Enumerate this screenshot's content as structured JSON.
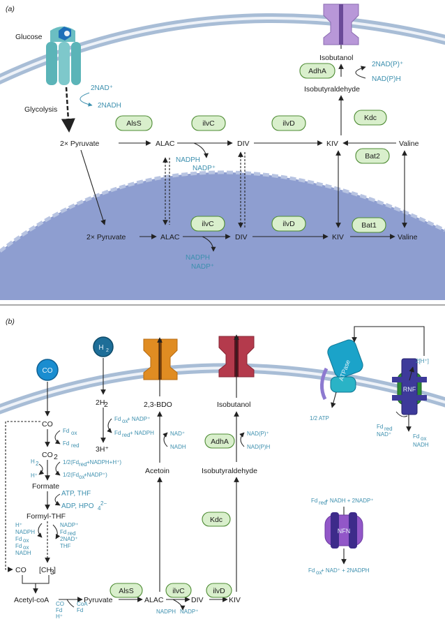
{
  "panel_a": {
    "label": "(a)",
    "glucose": "Glucose",
    "glycolysis": "Glycolysis",
    "nad_in": "2NAD⁺",
    "nadh_out": "2NADH",
    "cyto": {
      "pyruvate": "2× Pyruvate",
      "alac": "ALAC",
      "div": "DIV",
      "kiv": "KIV",
      "valine": "Valine",
      "isobutyraldehyde": "Isobutyraldehyde",
      "isobutanol": "Isobutanol",
      "nadph": "NADPH",
      "nadp": "NADP⁺",
      "nadp_out": "2NAD(P)⁺",
      "nadph_in": "NAD(P)H"
    },
    "mito": {
      "pyruvate": "2× Pyruvate",
      "alac": "ALAC",
      "div": "DIV",
      "kiv": "KIV",
      "valine": "Valine",
      "nadph": "NADPH",
      "nadp": "NADP⁺"
    },
    "enzymes": {
      "alss": "AlsS",
      "ilvc": "ilvC",
      "ilvd": "ilvD",
      "kdc": "Kdc",
      "adha": "AdhA",
      "bat2": "Bat2",
      "ilvc_m": "ilvC",
      "ilvd_m": "ilvD",
      "bat1": "Bat1"
    }
  },
  "panel_b": {
    "label": "(b)",
    "co_icon": "CO",
    "h2_icon": "H",
    "h2_icon_sub": "2",
    "co": "CO",
    "fdox": "Fd",
    "fdox_sub": "ox",
    "fdred": "Fd",
    "fdred_sub": "red",
    "co2": "CO",
    "co2_sub": "2",
    "h2": "H",
    "h2_sub": "2",
    "hplus": "H⁺",
    "half1": "1/2(Fd",
    "half1_sub": "red",
    "half1_tail": "+NADPH+H⁺)",
    "half2": "1/2(Fd",
    "half2_sub": "ox",
    "half2_tail": "+NADP⁺)",
    "formate": "Formate",
    "atp_thf": "ATP, THF",
    "adp": "ADP, HPO",
    "adp_sub": "4",
    "adp_sup": "2−",
    "formyl": "Formyl-THF",
    "left_cofactors": [
      "H⁺",
      "NADPH",
      "Fd",
      "Fd",
      "NADH"
    ],
    "left_cofactor_subs": [
      "",
      "",
      "ox",
      "ox",
      ""
    ],
    "right_cofactors": [
      "NADP⁺",
      "Fd",
      "2NAD⁺",
      "THF"
    ],
    "right_cofactor_subs": [
      "",
      "red",
      "",
      ""
    ],
    "co_low": "CO",
    "ch3": "[CH",
    "ch3_sub": "3",
    "ch3_tail": "]",
    "acetylcoa": "Acetyl-coA",
    "pyruvate": "Pyruvate",
    "alac": "ALAC",
    "div": "DIV",
    "kiv": "KIV",
    "bottom_cofactors": [
      "CO",
      "CoA",
      "Fd",
      "Fd",
      "H⁺"
    ],
    "nadph_low": "NADPH",
    "nadp_low": "NADP⁺",
    "h2mol": "2H",
    "h2mol_sub": "2",
    "h3": "3H⁺",
    "fdox_nadp": "Fd",
    "fdox_nadp_sub": "ox",
    "fdox_nadp_tail": "+ NADP⁺",
    "fdred_nadph": "Fd",
    "fdred_nadph_sub": "red",
    "fdred_nadph_tail": "+ NADPH",
    "bdo": "2,3-BDO",
    "acetoin": "Acetoin",
    "nad_plus": "NAD⁺",
    "nadh": "NADH",
    "isobutanol": "Isobutanol",
    "isobutyraldehyde": "Isobutyraldehyde",
    "nadp_p": "NAD(P)⁺",
    "nadp_h": "NAD(P)H",
    "atpase_label": "ATPase",
    "atp_half": "1/2 ATP",
    "rnf_label": "RNF",
    "two_h": "2[H⁺]",
    "rnf_in": [
      "Fd",
      "NAD⁺"
    ],
    "rnf_in_sub": [
      "red",
      ""
    ],
    "rnf_out": [
      "Fd",
      "NADH"
    ],
    "rnf_out_sub": [
      "ox",
      ""
    ],
    "nfn_label": "NFN",
    "nfn_in": "Fd",
    "nfn_in_sub": "red",
    "nfn_in_tail": "+ NADH + 2NADP⁺",
    "nfn_out": "Fd",
    "nfn_out_sub": "ox",
    "nfn_out_tail": "+ NAD⁺ + 2NADPH",
    "enzymes": {
      "alss": "AlsS",
      "ilvc": "ilvC",
      "ilvd": "ilvD",
      "kdc": "Kdc",
      "adha": "AdhA"
    }
  },
  "colors": {
    "membrane_outer": "#a8bdd6",
    "membrane_inner": "#eef2f8",
    "mito_fill": "#8e9ed0",
    "enzyme_fill": "#d9efcc",
    "enzyme_stroke": "#4d8b33",
    "cofactor_text": "#3c8fae",
    "transporter_teal": "#5bb4b8",
    "transporter_purple": "#b897d8",
    "transporter_orange": "#e08c22",
    "transporter_red": "#b43a4c",
    "co_icon": "#1a8dd0",
    "h2_icon": "#1e6e98"
  }
}
